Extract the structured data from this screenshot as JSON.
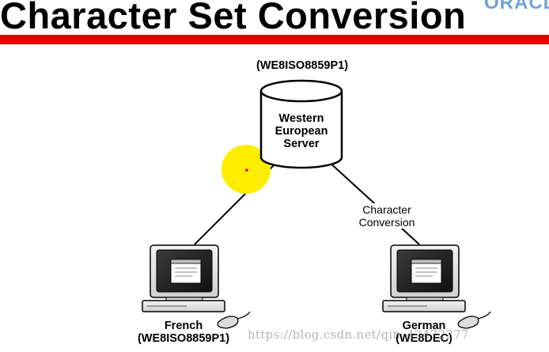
{
  "slide": {
    "title": "Character Set Conversion",
    "brand_fragment": "ORACL",
    "accent_color": "#e60000",
    "highlight_color": "#ffee00"
  },
  "server": {
    "charset": "(WE8ISO8859P1)",
    "name_line1": "Western",
    "name_line2": "European",
    "name_line3": "Server"
  },
  "link_label": {
    "line1": "Character",
    "line2": "Conversion"
  },
  "clients": [
    {
      "name": "French",
      "charset": "(WE8ISO8859P1)",
      "icon": "computer-icon"
    },
    {
      "name": "German",
      "charset": "(WE8DEC)",
      "icon": "computer-icon"
    }
  ],
  "watermark": "https://blog.csdn.net/qin_42472277"
}
